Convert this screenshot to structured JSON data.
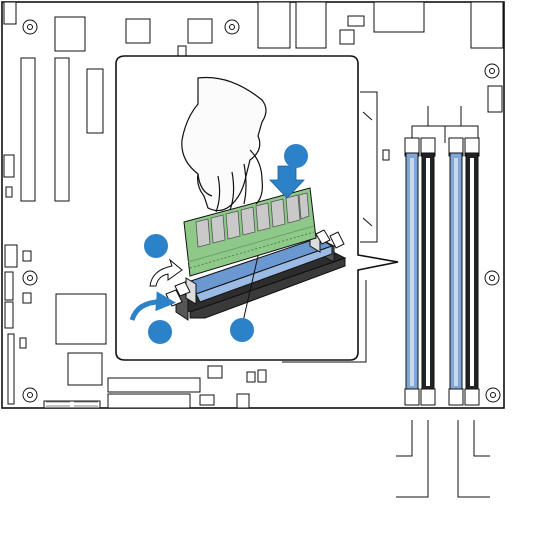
{
  "figure": {
    "colors": {
      "outline": "#111111",
      "board_fill": "#ffffff",
      "slot_blue": "#7fa6d6",
      "slot_black": "#222222",
      "dimm_green": "#8ec98a",
      "dimm_chip": "#c9c9c9",
      "accent_blue": "#2b82c8",
      "skin": "#fbfbfb"
    },
    "callouts": [
      {
        "id": "step-1",
        "label": ""
      },
      {
        "id": "step-2",
        "label": ""
      },
      {
        "id": "step-3",
        "label": ""
      },
      {
        "id": "step-4",
        "label": ""
      }
    ],
    "dimm_channels": [
      "channel-a",
      "channel-b"
    ],
    "memory_slots": [
      {
        "id": "slot-a1",
        "color": "blue"
      },
      {
        "id": "slot-a2",
        "color": "black"
      },
      {
        "id": "slot-b1",
        "color": "blue"
      },
      {
        "id": "slot-b2",
        "color": "black"
      }
    ]
  }
}
